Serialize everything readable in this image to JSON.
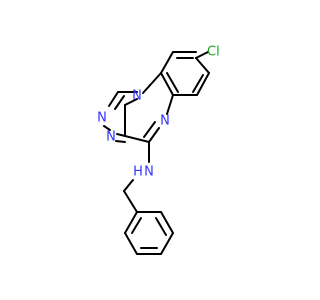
{
  "molecule": {
    "atoms": {
      "chlorine": "Cl",
      "n_bridge": "N",
      "n_triazole_1": "N",
      "n_triazole_2": "N",
      "n_pyrazine": "N",
      "n_amine": "N",
      "h_amine": "H"
    },
    "colors": {
      "bond": "#000000",
      "nitrogen": "#3333ff",
      "chlorine": "#1fa11f",
      "hydrogen": "#3333ff",
      "background": "#ffffff"
    }
  }
}
